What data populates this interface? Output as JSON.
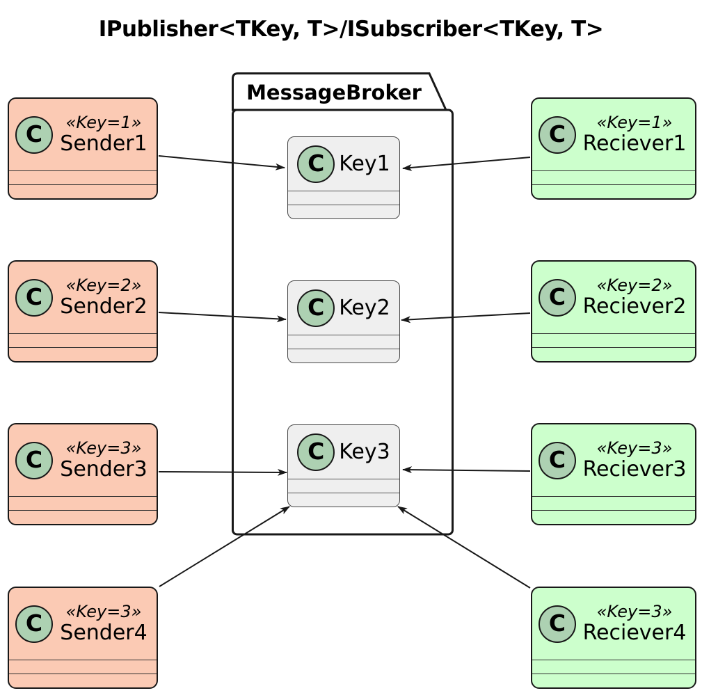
{
  "title": "IPublisher<TKey, T>/ISubscriber<TKey, T>",
  "package": {
    "name": "MessageBroker"
  },
  "circle_letter": "C",
  "colors": {
    "sender_fill": "#FBCAB4",
    "receiver_fill": "#CCFFCC",
    "key_fill": "#EFEFEF",
    "circle_fill": "#ADD1B2",
    "line": "#181818"
  },
  "keys": [
    {
      "name": "Key1"
    },
    {
      "name": "Key2"
    },
    {
      "name": "Key3"
    }
  ],
  "senders": [
    {
      "stereotype": "«Key=1»",
      "name": "Sender1"
    },
    {
      "stereotype": "«Key=2»",
      "name": "Sender2"
    },
    {
      "stereotype": "«Key=3»",
      "name": "Sender3"
    },
    {
      "stereotype": "«Key=3»",
      "name": "Sender4"
    }
  ],
  "receivers": [
    {
      "stereotype": "«Key=1»",
      "name": "Reciever1"
    },
    {
      "stereotype": "«Key=2»",
      "name": "Reciever2"
    },
    {
      "stereotype": "«Key=3»",
      "name": "Reciever3"
    },
    {
      "stereotype": "«Key=3»",
      "name": "Reciever4"
    }
  ],
  "edges": [
    {
      "from": "Sender1",
      "to": "Key1"
    },
    {
      "from": "Sender2",
      "to": "Key2"
    },
    {
      "from": "Sender3",
      "to": "Key3"
    },
    {
      "from": "Sender4",
      "to": "Key3"
    },
    {
      "from": "Reciever1",
      "to": "Key1"
    },
    {
      "from": "Reciever2",
      "to": "Key2"
    },
    {
      "from": "Reciever3",
      "to": "Key3"
    },
    {
      "from": "Reciever4",
      "to": "Key3"
    }
  ]
}
